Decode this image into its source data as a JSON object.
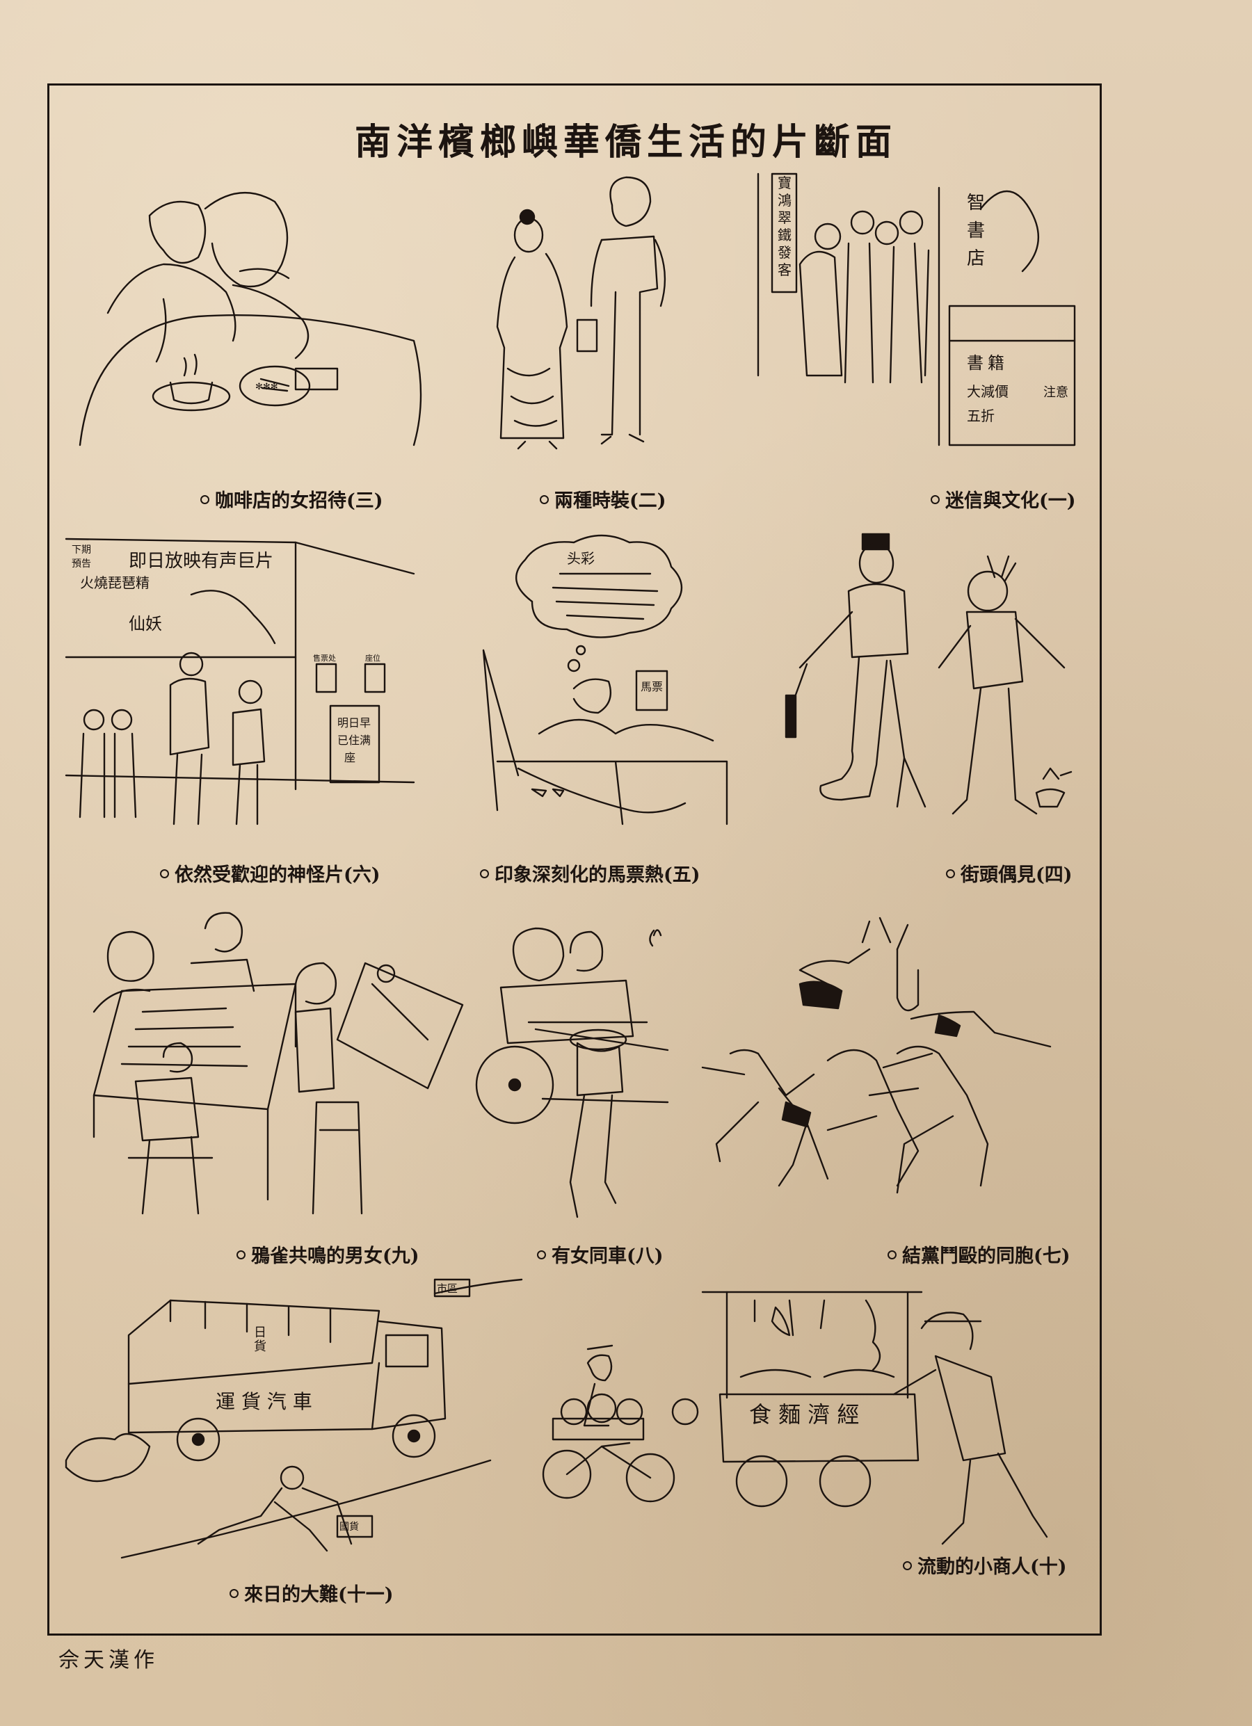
{
  "page_title": "南洋檳榔嶼華僑生活的片斷面",
  "signature": "佘天漢作",
  "panels": [
    {
      "caption": "迷信與文化(一)",
      "texts": [
        "寶鴻翠鐵發客",
        "智書店",
        "書籍",
        "大減價",
        "五折",
        "注意"
      ]
    },
    {
      "caption": "兩種時裝(二)",
      "texts": []
    },
    {
      "caption": "咖啡店的女招待(三)",
      "texts": []
    },
    {
      "caption": "街頭偶見(四)",
      "texts": []
    },
    {
      "caption": "印象深刻化的馬票熱(五)",
      "texts": [
        "头彩",
        "馬票"
      ]
    },
    {
      "caption": "依然受歡迎的神怪片(六)",
      "texts": [
        "即日放映有声巨片",
        "下期預告",
        "火燒琵琶精",
        "仙妖",
        "明日早已住满座",
        "售票处",
        "座位"
      ]
    },
    {
      "caption": "結黨鬥毆的同胞(七)",
      "texts": []
    },
    {
      "caption": "有女同車(八)",
      "texts": []
    },
    {
      "caption": "鴉雀共鳴的男女(九)",
      "texts": []
    },
    {
      "caption": "流動的小商人(十)",
      "texts": [
        "經濟麵食"
      ]
    },
    {
      "caption": "來日的大難(十一)",
      "texts": [
        "運貨汽車",
        "日貨",
        "市區",
        "國貨"
      ]
    }
  ]
}
